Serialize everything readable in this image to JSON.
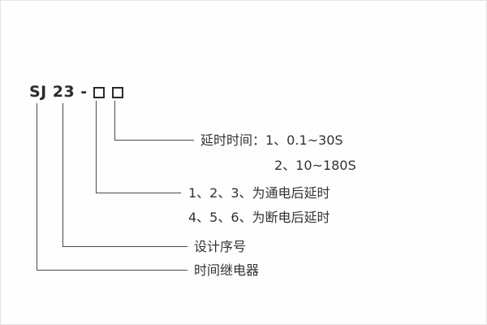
{
  "model": {
    "prefix": "SJ",
    "series": "23",
    "dash": "-"
  },
  "annotations": {
    "delay_time_line1": "延时时间：1、0.1~30S",
    "delay_time_line2": "2、10~180S",
    "power_on_delay": "1、2、3、为通电后延时",
    "power_off_delay": "4、5、6、为断电后延时",
    "design_serial": "设计序号",
    "time_relay": "时间继电器"
  }
}
